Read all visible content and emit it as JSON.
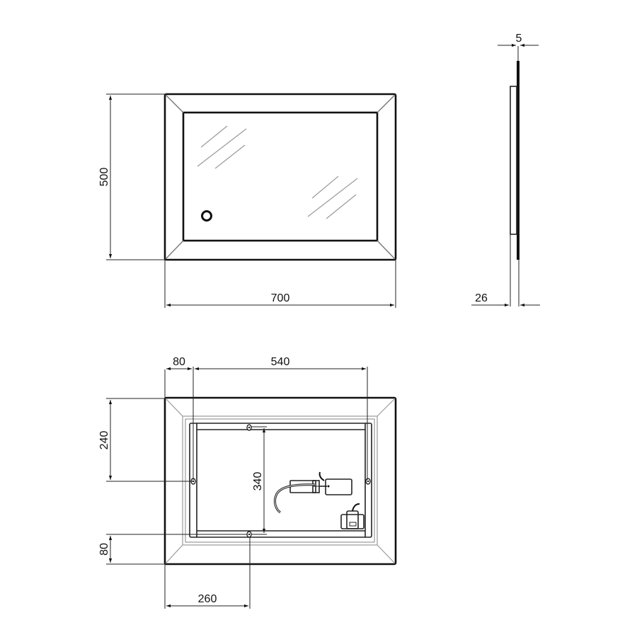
{
  "drawing": {
    "title": "Mirror technical drawing",
    "front_view": {
      "width_label": "700",
      "height_label": "500",
      "features": [
        "beveled-frame",
        "glass-reflection-lines",
        "touch-switch-icon"
      ]
    },
    "side_view": {
      "depth_label": "26",
      "glass_thickness_label": "5"
    },
    "back_view": {
      "edge_offset_left_label": "80",
      "mount_spacing_horizontal_label": "540",
      "mount_height_side_label": "240",
      "mount_spacing_vertical_label": "340",
      "bottom_offset_label": "80",
      "bottom_mount_from_left_label": "260",
      "features": [
        "mounting-frame",
        "wall-hooks",
        "led-driver",
        "power-cable",
        "connector-box",
        "touch-sensor-module"
      ]
    }
  }
}
